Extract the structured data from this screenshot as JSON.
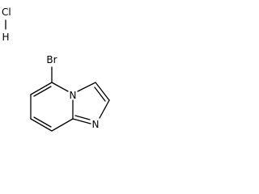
{
  "molecule": {
    "salt_atoms": {
      "chlorine": "Cl",
      "hydrogen": "H"
    },
    "atoms": {
      "bromine": "Br",
      "ring_nitrogen_top": "N",
      "ring_nitrogen_right": "N"
    },
    "colors": {
      "bond": "#000000",
      "label": "#000000",
      "background": "#ffffff"
    }
  }
}
